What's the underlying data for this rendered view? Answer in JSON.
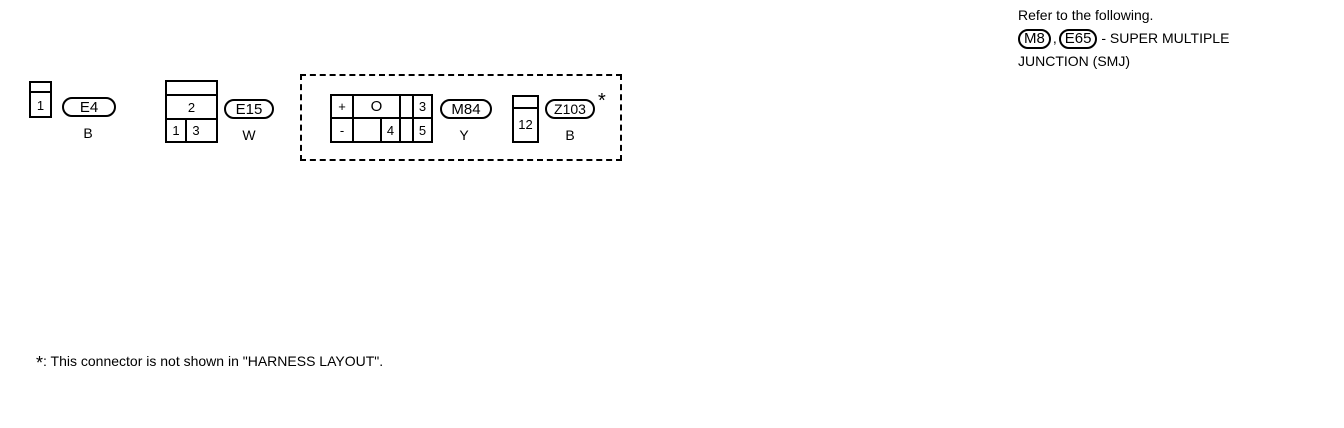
{
  "reference": {
    "line1": "Refer to the following.",
    "pill_a": "M8",
    "separator": ",",
    "pill_b": "E65",
    "line2_suffix": "- SUPER MULTIPLE",
    "line3": "JUNCTION (SMJ)"
  },
  "connectors": [
    {
      "id": "E4",
      "color": "B",
      "pins": [
        "1"
      ]
    },
    {
      "id": "E15",
      "color": "W",
      "pins": [
        "2",
        "1",
        "3"
      ]
    },
    {
      "id": "M84",
      "color": "Y",
      "pins": [
        "+",
        "O",
        "3",
        "-",
        "4",
        "5"
      ]
    },
    {
      "id": "Z103",
      "color": "B",
      "pins": [
        "12"
      ],
      "marker": "*"
    }
  ],
  "footnote": {
    "marker": "*",
    "text": ": This connector is not shown in \"HARNESS LAYOUT\"."
  }
}
